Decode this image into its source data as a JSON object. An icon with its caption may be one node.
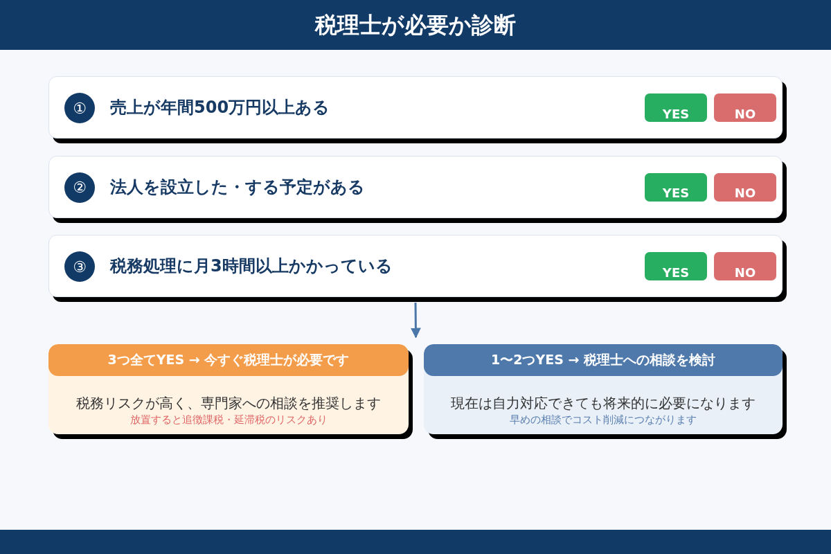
{
  "diagram": {
    "title": "税理士が必要か診断",
    "nodes": [
      {
        "text": [
          "売上が年間500万円以上ある"
        ]
      },
      {
        "text": [
          "①"
        ],
        "in": 0
      },
      {
        "text": [
          "YES"
        ],
        "in": 0
      },
      {
        "text": [
          "NO"
        ],
        "in": 0
      },
      {
        "text": [
          "法人を設立した・する予定がある"
        ]
      },
      {
        "text": [
          "②"
        ],
        "in": 4
      },
      {
        "text": [
          "YES"
        ],
        "in": 4
      },
      {
        "text": [
          "NO"
        ],
        "in": 4
      },
      {
        "text": [
          "税務処理に月3時間以上かかっている"
        ]
      },
      {
        "text": [
          "③"
        ],
        "in": 8
      },
      {
        "text": [
          "YES"
        ],
        "in": 8
      },
      {
        "text": [
          "NO"
        ],
        "in": 8
      },
      {
        "text": [
          "3つ全てYES → 今すぐ税理士が必要です",
          "税務リスクが高く、専門家への相談を推奨します",
          "放置すると追徴課税・延滞税のリスクあり"
        ]
      },
      {
        "text": [
          "1〜2つYES → 税理士への相談を検討",
          "現在は自力対応できても将来的に必要になります",
          "早めの相談でコスト削減につながります"
        ]
      }
    ],
    "edges": [
      {
        "from": 8,
        "to": 12,
        "arrow": "to"
      },
      {
        "from": 8,
        "to": 13,
        "arrow": "to"
      }
    ]
  }
}
